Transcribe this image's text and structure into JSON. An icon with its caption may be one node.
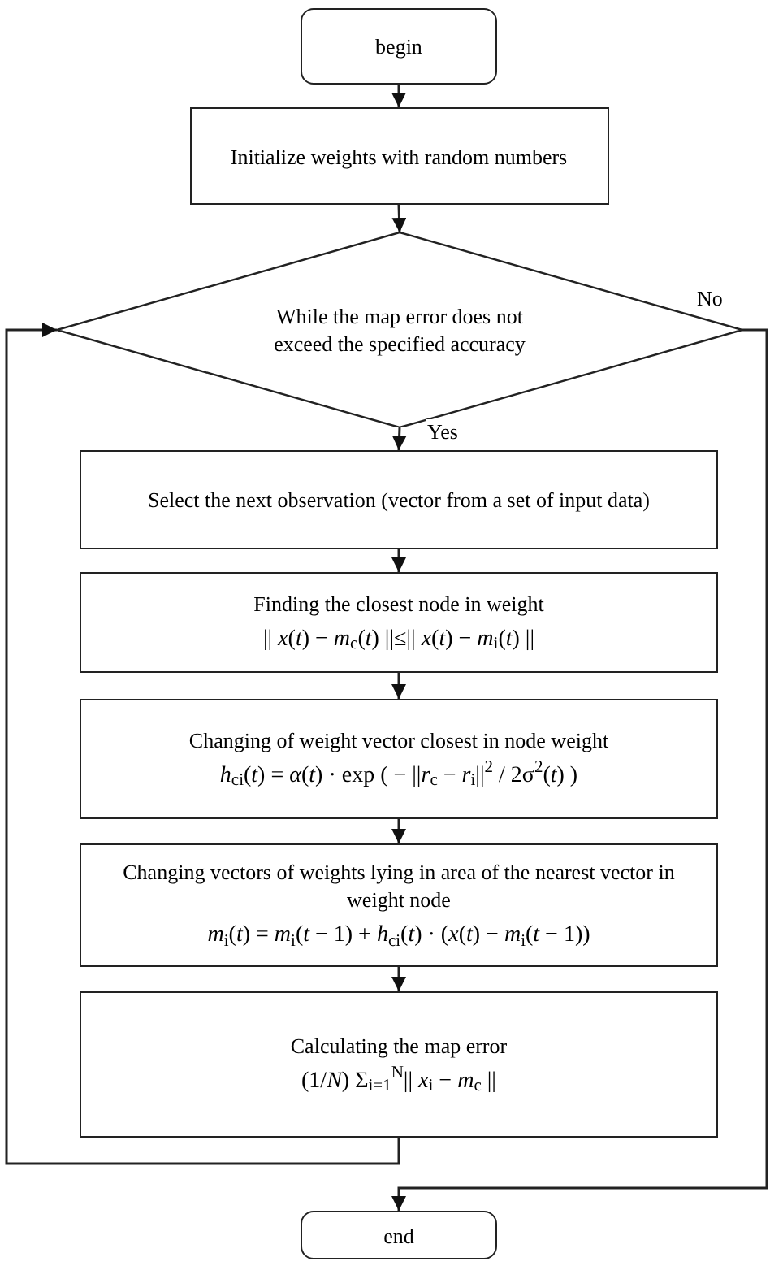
{
  "diagram": {
    "nodes": [
      {
        "text": [
          "begin"
        ]
      },
      {
        "text": [
          "Initialize weights with random numbers"
        ]
      },
      {
        "text": [
          "While the map error does not exceed the specified accuracy"
        ]
      },
      {
        "text": [
          "Select the next observation (vector from a set of input data)"
        ]
      },
      {
        "text": [
          "Finding the closest node in weight",
          "|| *x*(*t*) − *m*$_{c}$(*t*) ||≤|| *x*(*t*) − *m*$_{i}$(*t*) ||"
        ]
      },
      {
        "text": [
          "Changing of weight vector closest in node weight",
          "*h*$_{ci}$(*t*) = *α*(*t*) · exp ( − ||*r*$_{c}$ − *r*$_{i}$||$^{2}$ / 2σ$^{2}$(*t*) )"
        ]
      },
      {
        "text": [
          "Changing vectors of weights lying in area of the nearest vector in weight node",
          "*m*$_{i}$(*t*) = *m*$_{i}$(*t* − 1) + *h*$_{ci}$(*t*) · (*x*(*t*) − *m*$_{i}$(*t* − 1))"
        ]
      },
      {
        "text": [
          "Calculating the map error",
          "(1/*N*) Σ$_{i=1}$$^{N}$|| *x*$_{i}$ − *m*$_{c}$ ||"
        ]
      },
      {
        "text": [
          "end"
        ]
      }
    ],
    "edges": [
      {
        "from": 0,
        "to": 1,
        "arrow": "to"
      },
      {
        "from": 1,
        "to": 2,
        "arrow": "to"
      },
      {
        "from": 2,
        "to": 3,
        "arrow": "to",
        "label": "Yes"
      },
      {
        "from": 3,
        "to": 4,
        "arrow": "to"
      },
      {
        "from": 4,
        "to": 5,
        "arrow": "to"
      },
      {
        "from": 5,
        "to": 6,
        "arrow": "to"
      },
      {
        "from": 6,
        "to": 7,
        "arrow": "to"
      },
      {
        "from": 7,
        "to": 2,
        "arrow": "to"
      },
      {
        "from": 2,
        "to": 8,
        "arrow": "to",
        "label": "No"
      }
    ]
  }
}
